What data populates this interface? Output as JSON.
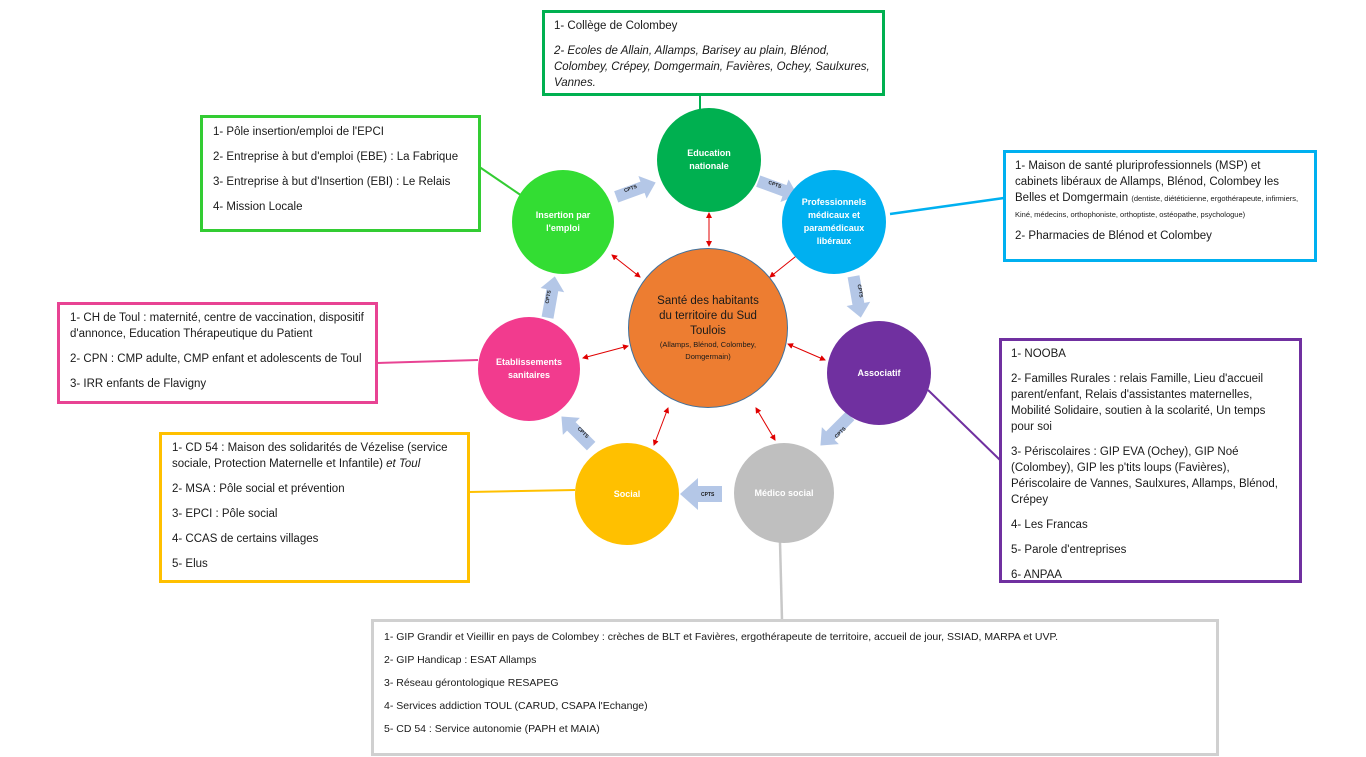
{
  "center": {
    "title": "Santé des habitants du territoire du Sud Toulois",
    "subtitle": "(Allamps, Blénod, Colombey, Domgermain)"
  },
  "nodes": {
    "education": {
      "label": "Education nationale",
      "color": "#00B050"
    },
    "pro": {
      "label": "Professionnels médicaux et paramédicaux libéraux",
      "color": "#00B0F0"
    },
    "assoc": {
      "label": "Associatif",
      "color": "#7030A0"
    },
    "medsoc": {
      "label": "Médico social",
      "color": "#BFBFBF"
    },
    "social": {
      "label": "Social",
      "color": "#FFC000"
    },
    "etab": {
      "label": "Etablissements sanitaires",
      "color": "#F23B8E"
    },
    "insertion": {
      "label": "Insertion par l'emploi",
      "color": "#33DD33"
    }
  },
  "cpts_label": "CPTS",
  "colors": {
    "link_arrow": "#E00000",
    "cpts_arrow": "#B4C7E7"
  },
  "boxes": {
    "education": {
      "color": "#00B050",
      "items": [
        "1- Collège de Colombey",
        "2- Ecoles de Allain, Allamps,  Barisey au plain, Blénod, Colombey, Crépey, Domgermain, Favières, Ochey,  Saulxures, Vannes."
      ]
    },
    "insertion": {
      "color": "#33CC33",
      "items": [
        "1- Pôle insertion/emploi de l'EPCI",
        "2- Entreprise à but d'emploi (EBE) : La Fabrique",
        "3- Entreprise à but d'Insertion (EBI) :   Le Relais",
        "4- Mission Locale"
      ]
    },
    "pro": {
      "color": "#00B0F0",
      "item1": "1- Maison de santé pluriprofessionnels (MSP) et cabinets libéraux de Allamps, Blénod, Colombey les Belles et Domgermain",
      "item1_detail": "(dentiste, diététicienne, ergothérapeute, infirmiers, Kiné, médecins, orthophoniste,  orthoptiste, ostéopathe, psychologue)",
      "item2": "2- Pharmacies de Blénod et Colombey"
    },
    "etab": {
      "color": "#E84393",
      "items": [
        "1- CH de Toul : maternité, centre de vaccination, dispositif d'annonce, Education Thérapeutique du Patient",
        "2- CPN : CMP adulte, CMP enfant et adolescents de Toul",
        "3- IRR enfants de Flavigny"
      ]
    },
    "assoc": {
      "color": "#7030A0",
      "items": [
        "1- NOOBA",
        "2- Familles Rurales : relais Famille, Lieu d'accueil parent/enfant, Relais d'assistantes maternelles, Mobilité Solidaire, soutien à la scolarité, Un temps pour soi",
        "3- Périscolaires : GIP EVA (Ochey), GIP Noé (Colombey), GIP les p'tits loups (Favières), Périscolaire de Vannes, Saulxures, Allamps, Blénod, Crépey",
        "4- Les Francas",
        "5- Parole d'entreprises",
        "6- ANPAA"
      ]
    },
    "social": {
      "color": "#FFC000",
      "item1": "1- CD 54 : Maison des solidarités de Vézelise (service sociale, Protection Maternelle et Infantile)",
      "item1_italic": "et Toul",
      "items": [
        "2- MSA : Pôle social et prévention",
        "3- EPCI : Pôle social",
        "4- CCAS de certains villages",
        "5- Elus"
      ]
    },
    "medsoc": {
      "color": "#D0D0D0",
      "items": [
        "1- GIP Grandir et Vieillir en pays de Colombey : crèches de BLT et Favières, ergothérapeute de territoire, accueil de jour, SSIAD, MARPA et UVP.",
        "2- GIP Handicap : ESAT Allamps",
        "3- Réseau gérontologique RESAPEG",
        "4- Services addiction TOUL (CARUD, CSAPA l'Echange)",
        "5- CD 54 : Service autonomie (PAPH et MAIA)"
      ]
    }
  }
}
